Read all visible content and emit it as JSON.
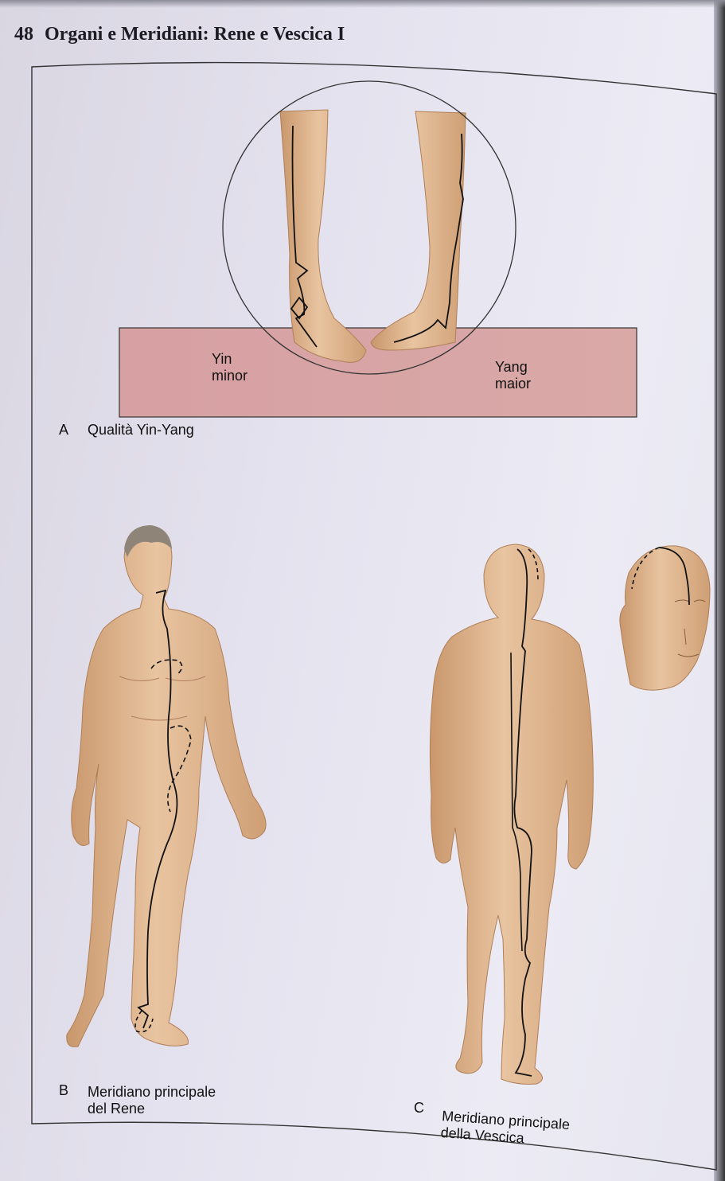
{
  "header": {
    "page_number": "48",
    "title": "Organi e Meridiani: Rene e Vescica I"
  },
  "panel_a": {
    "letter": "A",
    "caption": "Qualità Yin-Yang",
    "left_label_line1": "Yin",
    "left_label_line2": "minor",
    "right_label_line1": "Yang",
    "right_label_line2": "maior"
  },
  "panel_b": {
    "letter": "B",
    "caption_line1": "Meridiano principale",
    "caption_line2": "del Rene"
  },
  "panel_c": {
    "letter": "C",
    "caption_line1": "Meridiano principale",
    "caption_line2": "della Vescica"
  },
  "colors": {
    "skin": "#e5bf9a",
    "skin_shade": "#c9976c",
    "band": "#d5a3a4",
    "meridian_line": "#111111"
  }
}
